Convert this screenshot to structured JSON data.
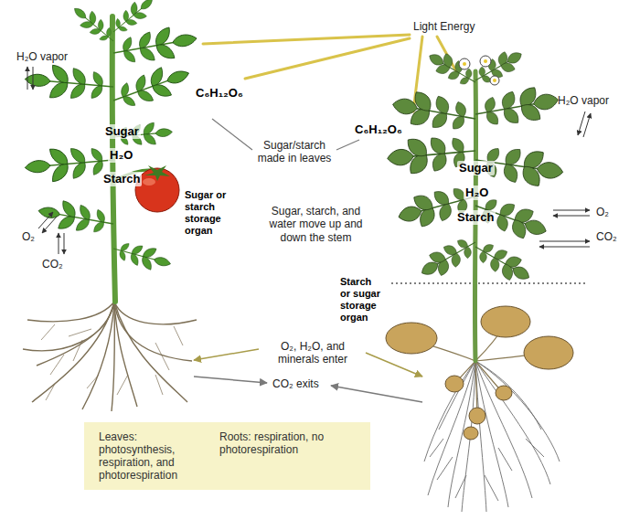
{
  "diagram": {
    "nodes": [
      {
        "text": [
          "Leaves: photosynthesis, respiration, and photorespiration",
          "Roots: respiration, no photorespiration"
        ]
      }
    ],
    "labels": [
      "Light Energy",
      "H₂O vapor",
      "C₆H₁₂O₆",
      "Sugar",
      "H₂O",
      "Starch",
      "Sugar/starch made in leaves",
      "C₆H₁₂O₆",
      "H₂O vapor",
      "Sugar or starch storage organ",
      "Sugar, starch, and water move up and down the stem",
      "Sugar",
      "H₂O",
      "O₂",
      "O₂",
      "Starch",
      "CO₂",
      "CO₂",
      "Starch or sugar storage organ",
      "O₂, H₂O, and minerals enter",
      "CO₂ exits"
    ]
  }
}
